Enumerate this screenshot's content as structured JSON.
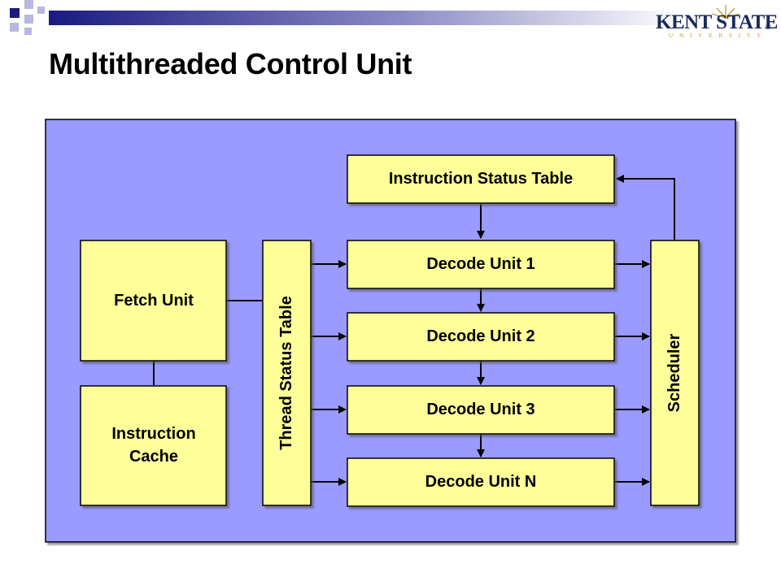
{
  "slide": {
    "title": "Multithreaded Control Unit"
  },
  "logo": {
    "name": "KENT STATE",
    "registered_mark": "®",
    "subtitle": "UNIVERSITY"
  },
  "diagram": {
    "fetch_unit": "Fetch Unit",
    "instruction_cache": [
      "Instruction",
      "Cache"
    ],
    "thread_status_table": "Thread Status Table",
    "instruction_status_table": "Instruction Status Table",
    "decode_units": [
      "Decode Unit 1",
      "Decode Unit 2",
      "Decode Unit 3",
      "Decode Unit N"
    ],
    "scheduler": "Scheduler"
  },
  "colors": {
    "panel_fill": "#9a9aff",
    "box_fill": "#ffff99",
    "stroke": "#000000",
    "header_navy": "#1a1a80"
  }
}
